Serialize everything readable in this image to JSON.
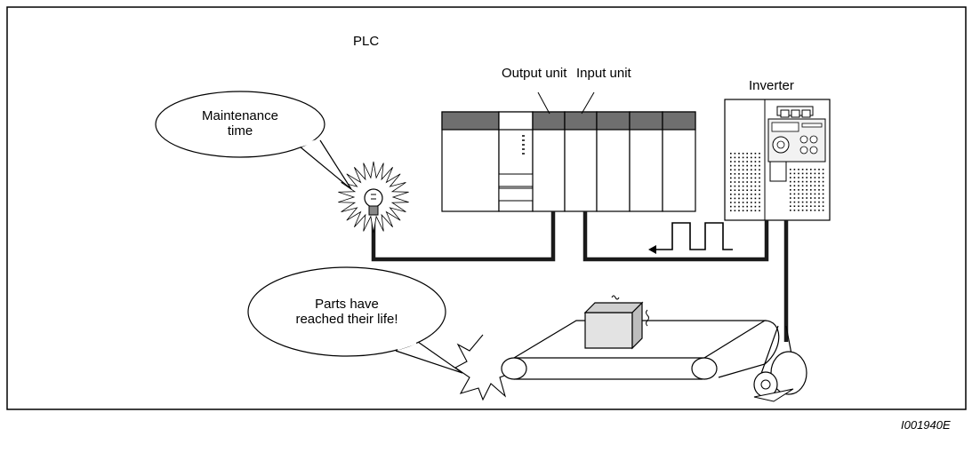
{
  "labels": {
    "plc": "PLC",
    "output_unit": "Output unit",
    "input_unit": "Input unit",
    "inverter": "Inverter",
    "maintenance_line1": "Maintenance",
    "maintenance_line2": "time",
    "parts_line1": "Parts have",
    "parts_line2": "reached their life!",
    "figure_id": "I001940E"
  },
  "colors": {
    "frame": "#000000",
    "module_dark": "#6f6f6f",
    "module_body": "#ffffff",
    "cable": "#1a1a1a",
    "box_front": "#e3e3e3",
    "box_top": "#cfcfcf",
    "box_side": "#bdbdbd",
    "inverter_panel": "#f2f2f2"
  }
}
